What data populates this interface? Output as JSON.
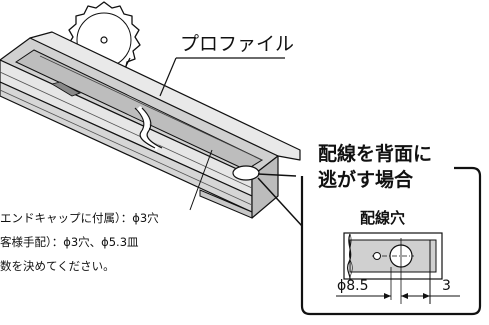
{
  "labels": {
    "profile": "プロファイル",
    "callout_line1": "配線を背面に",
    "callout_line2": "逃がす場合",
    "wiring_hole": "配線穴",
    "dim_diameter": "ϕ8.5",
    "dim_offset": "3"
  },
  "notes": [
    "エンドキャップに付属）：ϕ3穴",
    "客様手配）：ϕ3穴、ϕ5.3皿",
    "数を決めてください。"
  ]
}
